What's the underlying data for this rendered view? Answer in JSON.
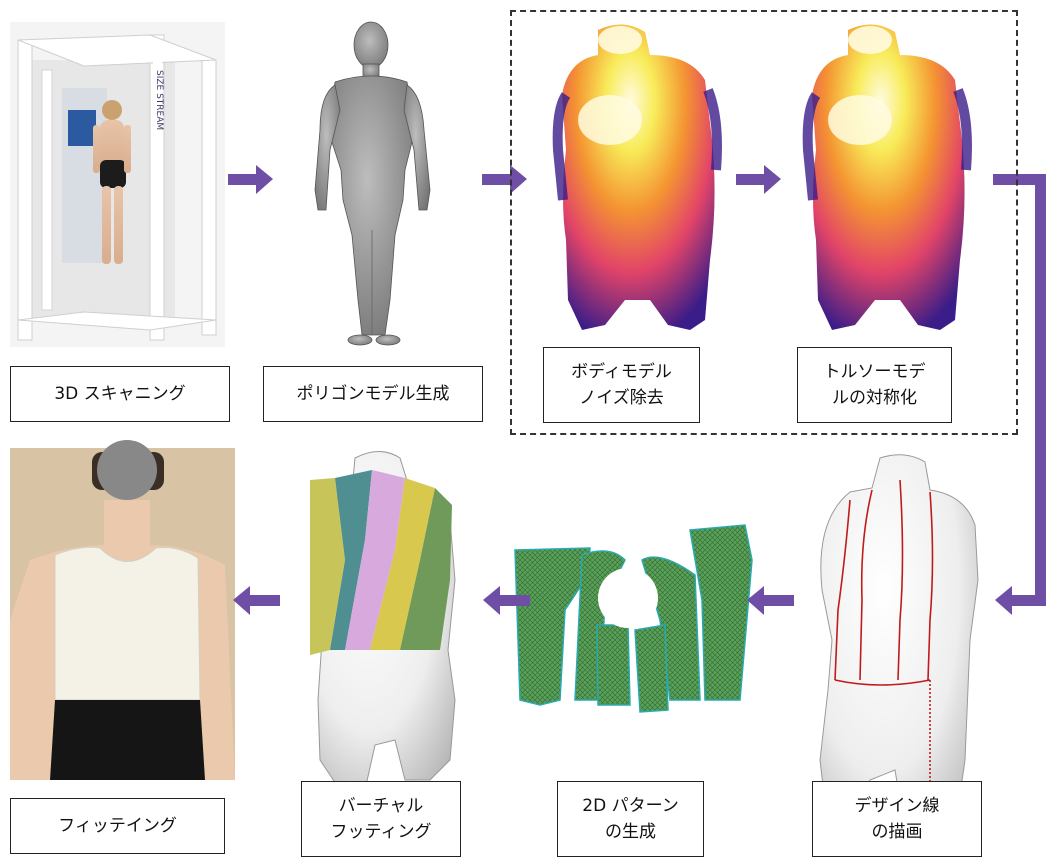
{
  "steps": [
    {
      "id": "scan",
      "label": "3D スキャニング"
    },
    {
      "id": "polygon",
      "label": "ポリゴンモデル生成"
    },
    {
      "id": "denoise",
      "label": "ボディモデル\nノイズ除去"
    },
    {
      "id": "symmetry",
      "label": "トルソーモデ\nルの対称化"
    },
    {
      "id": "design",
      "label": "デザイン線\nの描画"
    },
    {
      "id": "pattern",
      "label": "2D パターン\nの生成"
    },
    {
      "id": "virtual",
      "label": "バーチャル\nフッティング"
    },
    {
      "id": "fitting",
      "label": "フィッテイング"
    }
  ],
  "scanner_brand": "SIZE STREAM",
  "colors": {
    "arrow": "#6f4ea6",
    "frame": "#333333"
  }
}
